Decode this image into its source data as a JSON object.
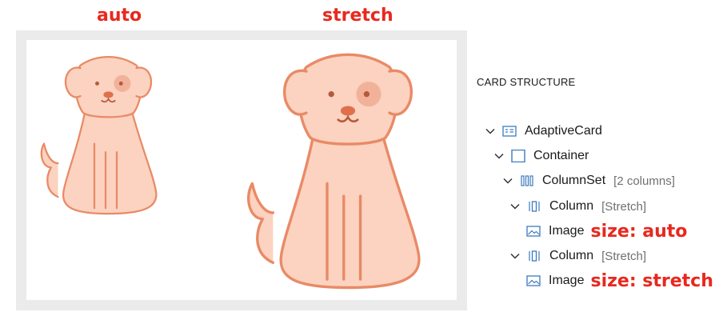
{
  "annotations": {
    "auto_label": "auto",
    "stretch_label": "stretch"
  },
  "card_preview": {
    "columns": [
      {
        "image": "dog-illustration",
        "size": "auto"
      },
      {
        "image": "dog-illustration",
        "size": "stretch"
      }
    ]
  },
  "structure_panel": {
    "title": "CARD STRUCTURE",
    "tree": [
      {
        "label": "AdaptiveCard",
        "icon": "adaptive-card-icon"
      },
      {
        "label": "Container",
        "icon": "container-icon"
      },
      {
        "label": "ColumnSet",
        "meta": "[2 columns]",
        "icon": "columnset-icon"
      },
      {
        "label": "Column",
        "meta": "[Stretch]",
        "icon": "column-icon"
      },
      {
        "label": "Image",
        "note": "size: auto",
        "icon": "image-icon"
      },
      {
        "label": "Column",
        "meta": "[Stretch]",
        "icon": "column-icon"
      },
      {
        "label": "Image",
        "note": "size: stretch",
        "icon": "image-icon"
      }
    ]
  },
  "colors": {
    "annotation_red": "#e8281e",
    "dog_fill": "#fbd3c0",
    "dog_outline": "#e98a66",
    "icon_blue": "#3b7bbf"
  }
}
